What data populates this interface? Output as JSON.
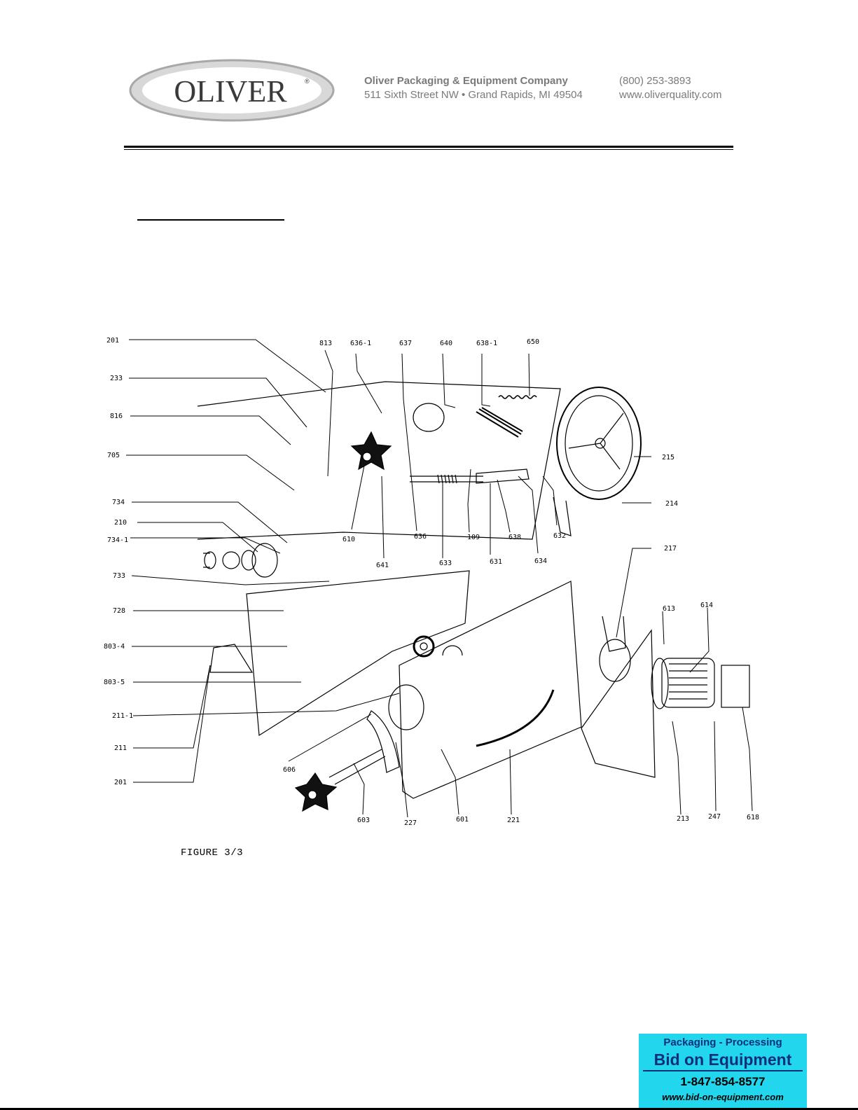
{
  "header": {
    "logo_text": "OLIVER",
    "logo_mark": "®",
    "company_name": "Oliver Packaging & Equipment Company",
    "address": "511 Sixth Street NW • Grand Rapids, MI 49504",
    "phone": "(800) 253-3893",
    "website": "www.oliverquality.com"
  },
  "figure": {
    "caption": "FIGURE  3/3",
    "part_labels": [
      "201",
      "233",
      "816",
      "705",
      "734",
      "210",
      "734-1",
      "733",
      "728",
      "803-4",
      "803-5",
      "211-1",
      "211",
      "201",
      "813",
      "636-1",
      "637",
      "640",
      "638-1",
      "650",
      "215",
      "214",
      "610",
      "636",
      "109",
      "638",
      "632",
      "641",
      "633",
      "631",
      "634",
      "217",
      "613",
      "614",
      "606",
      "603",
      "227",
      "601",
      "221",
      "213",
      "247",
      "618"
    ]
  },
  "advert": {
    "line1": "Packaging - Processing",
    "line2": "Bid on Equipment",
    "line3": "1-847-854-8577",
    "line4": "www.bid-on-equipment.com"
  }
}
